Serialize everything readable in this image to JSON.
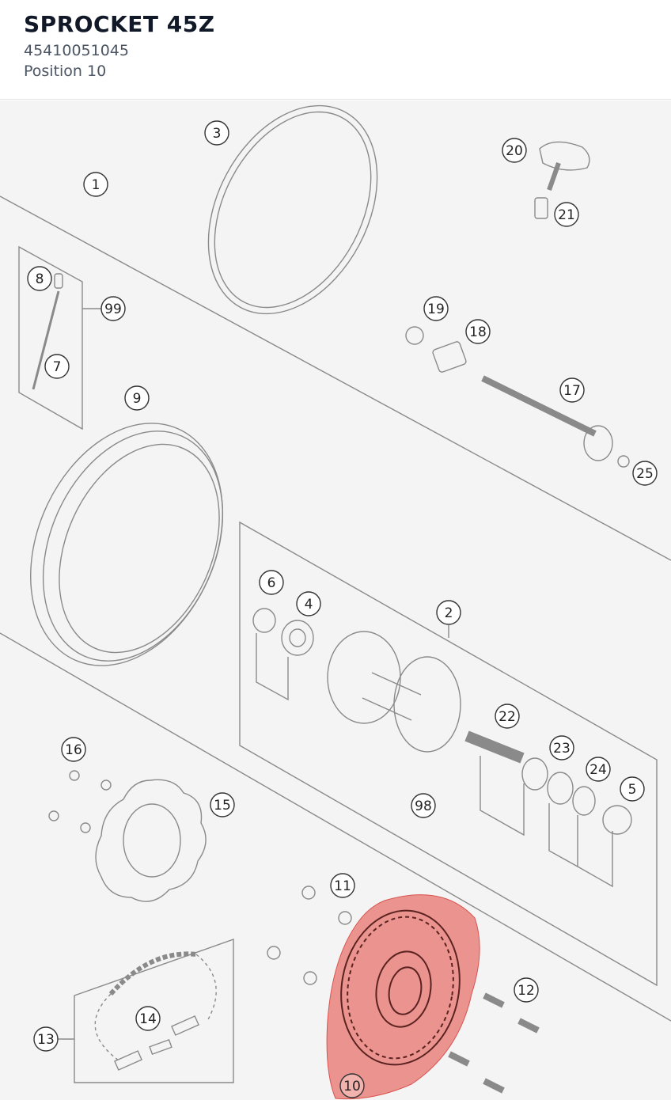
{
  "header": {
    "title": "SPROCKET 45Z",
    "part_number": "45410051045",
    "position_label": "Position 10"
  },
  "diagram": {
    "highlight_color": "#e8736e",
    "callouts": [
      "1",
      "2",
      "3",
      "4",
      "5",
      "6",
      "7",
      "8",
      "9",
      "10",
      "11",
      "12",
      "13",
      "14",
      "15",
      "16",
      "17",
      "18",
      "19",
      "20",
      "21",
      "22",
      "23",
      "24",
      "25",
      "98",
      "99"
    ]
  }
}
